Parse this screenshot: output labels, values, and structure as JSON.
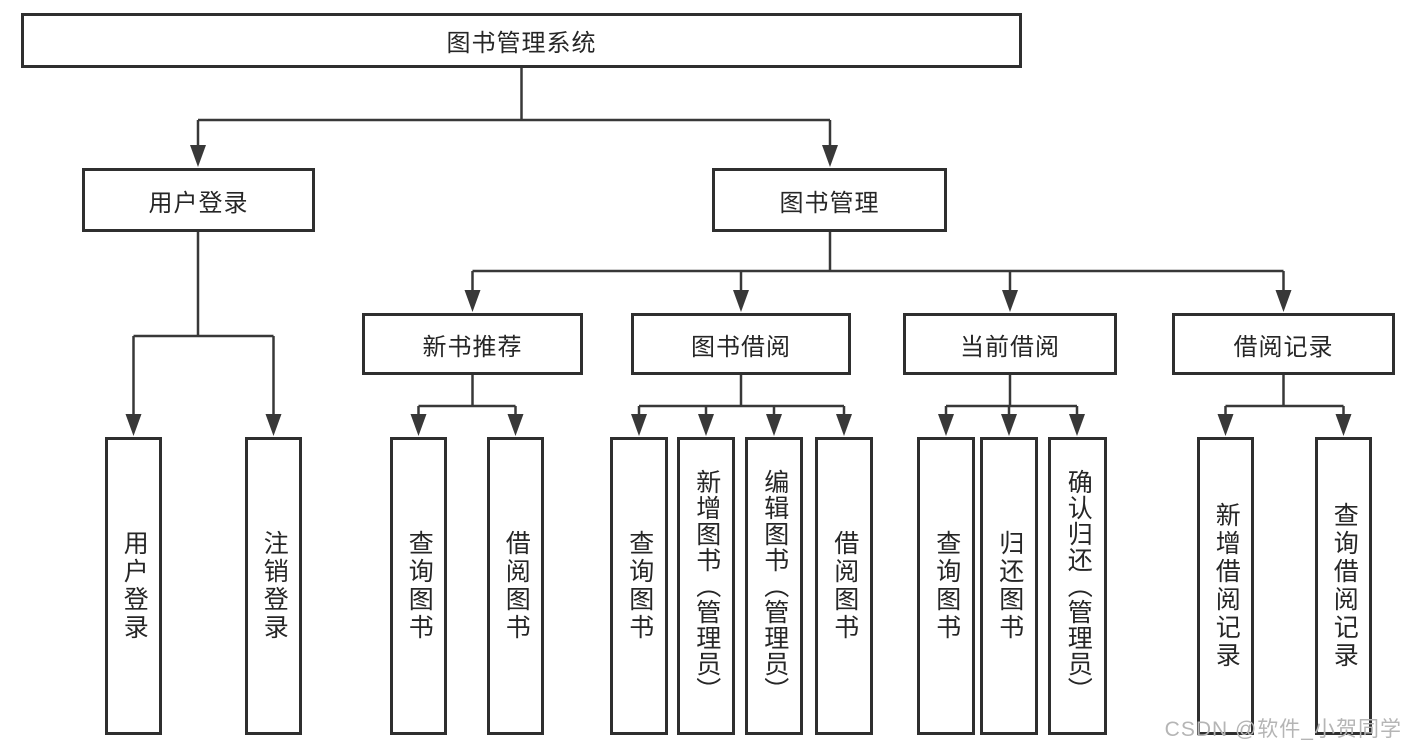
{
  "diagram": {
    "title": "图书管理系统",
    "nodes": {
      "root": "图书管理系统",
      "user_login": "用户登录",
      "book_management": "图书管理",
      "new_book_recommend": "新书推荐",
      "book_borrow": "图书借阅",
      "current_borrow": "当前借阅",
      "borrow_record": "借阅记录",
      "leaf_user_login": "用户登录",
      "leaf_logout": "注销登录",
      "recommend_query_book": "查询图书",
      "recommend_borrow_book": "借阅图书",
      "borrow_query_book": "查询图书",
      "borrow_add_book": "新增图书（管理员）",
      "borrow_edit_book": "编辑图书（管理员）",
      "borrow_borrow_book": "借阅图书",
      "current_query_book": "查询图书",
      "current_return_book": "归还图书",
      "current_confirm_return": "确认归还（管理员）",
      "record_add_entry": "新增借阅记录",
      "record_query_entry": "查询借阅记录"
    }
  },
  "watermark": "CSDN @软件_小贺同学",
  "colors": {
    "line": "#383838",
    "box_border": "#2f2f2f",
    "text": "#262626",
    "background": "#ffffff",
    "watermark": "#b5b5b5"
  }
}
